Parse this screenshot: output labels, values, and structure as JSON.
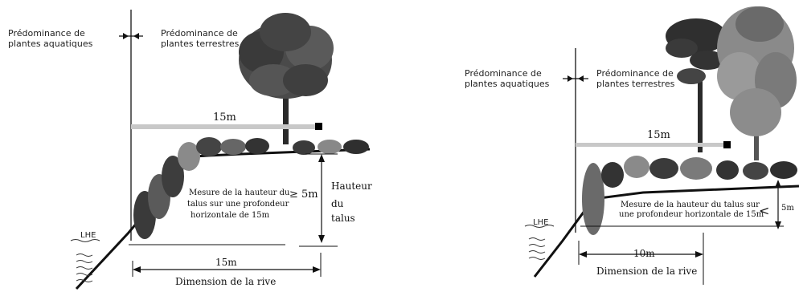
{
  "left_panel": {
    "label_aquatic_line1": "Prédominance de",
    "label_aquatic_line2": "plantes aquatiques",
    "label_terrestrial_line1": "Prédominance de",
    "label_terrestrial_line2": "plantes terrestres",
    "top_measure": "15m",
    "measure_text_line1": "Mesure de la hauteur du",
    "measure_text_line2": "talus sur une profondeur",
    "measure_text_line3": "horizontale de 15m",
    "comparison": "≥ 5m",
    "height_label_line1": "Hauteur",
    "height_label_line2": "du",
    "height_label_line3": "talus",
    "water_level": "LHE",
    "bottom_measure": "15m",
    "bottom_caption": "Dimension de la rive"
  },
  "right_panel": {
    "label_aquatic_line1": "Prédominance de",
    "label_aquatic_line2": "plantes aquatiques",
    "label_terrestrial_line1": "Prédominance de",
    "label_terrestrial_line2": "plantes terrestres",
    "top_measure": "15m",
    "measure_text_line1": "Mesure de la hauteur du talus sur",
    "measure_text_line2": "une profondeur horizontale de 15m",
    "comparison": "<",
    "height_value": "5m",
    "water_level": "LHE",
    "bottom_measure": "10m",
    "bottom_caption": "Dimension de la rive"
  },
  "colors": {
    "ink": "#111111",
    "tree_dark": "#3a3a3a",
    "tree_mid": "#6a6a6a",
    "tree_light": "#9a9a9a",
    "guide_line": "#bdbdbd"
  }
}
